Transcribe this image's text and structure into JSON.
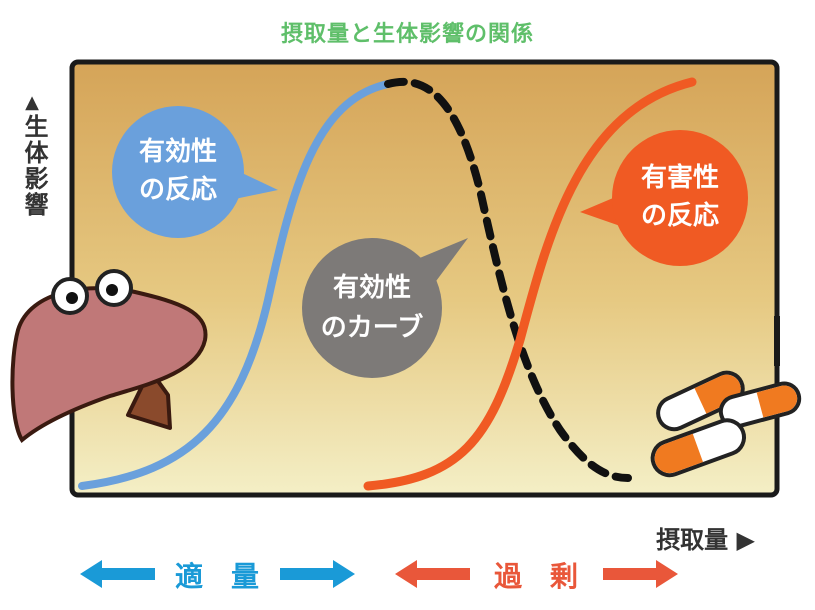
{
  "title": "摂取量と生体影響の関係",
  "y_axis": {
    "arrow": "▲",
    "label": "生体影響"
  },
  "x_axis": {
    "label": "摂取量",
    "arrow": "▶"
  },
  "bubbles": {
    "effective_response": [
      "有効性",
      "の反応"
    ],
    "effective_curve": [
      "有効性",
      "のカーブ"
    ],
    "harmful_response": [
      "有害性",
      "の反応"
    ]
  },
  "ranges": {
    "appropriate": "適　量",
    "excess": "過　剰"
  },
  "colors": {
    "title": "#5fbf6a",
    "effective": "#6aa0dc",
    "harmful": "#f05a23",
    "curve_bubble": "#7d7a78",
    "arrow_blue": "#1a9ad7",
    "arrow_red": "#e9573a",
    "background_top": "#d8a85a",
    "background_bottom": "#f2ecc0"
  },
  "icons": [
    "liver-character-icon",
    "capsules-icon"
  ]
}
